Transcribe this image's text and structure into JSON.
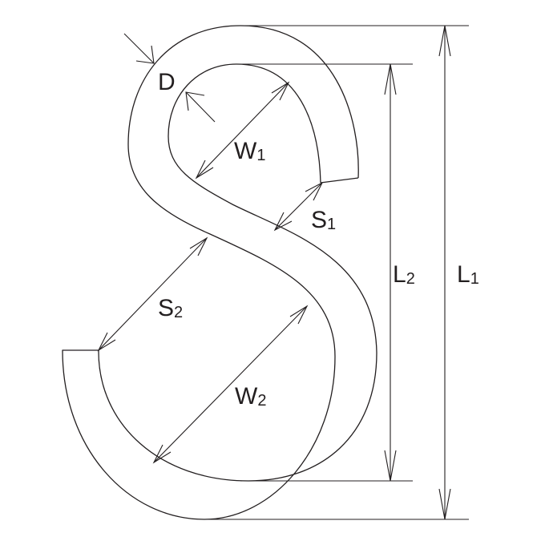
{
  "labels": {
    "d": {
      "main": "D",
      "sub": ""
    },
    "w1": {
      "main": "W",
      "sub": "1"
    },
    "w2": {
      "main": "W",
      "sub": "2"
    },
    "s1": {
      "main": "S",
      "sub": "1"
    },
    "s2": {
      "main": "S",
      "sub": "2"
    },
    "l1": {
      "main": "L",
      "sub": "1"
    },
    "l2": {
      "main": "L",
      "sub": "2"
    }
  },
  "colors": {
    "line": "#231f20",
    "background": "#ffffff"
  }
}
